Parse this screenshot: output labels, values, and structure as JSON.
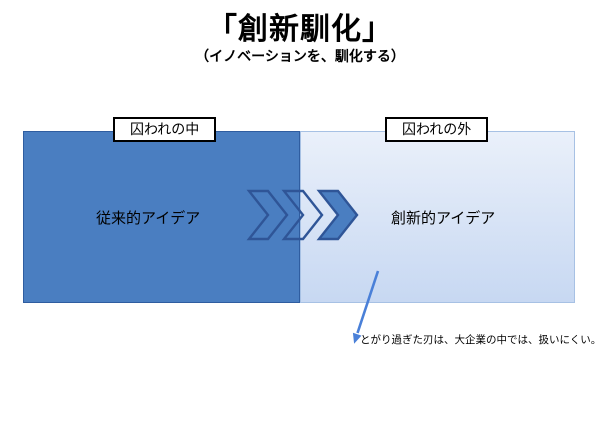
{
  "slide": {
    "title": "「創新馴化」",
    "subtitle": "（イノベーションを、馴化する）"
  },
  "diagram": {
    "left_box": {
      "tag": "囚われの中",
      "label": "従来的アイデア"
    },
    "right_box": {
      "tag": "囚われの外",
      "label": "創新的アイデア"
    },
    "chevrons": {
      "count": 3,
      "style": "two outline chevrons then one solid chevron, pointing right across the boundary of the two boxes"
    },
    "annotation": "とがり過ぎた刃は、大企業の中では、扱いにくい。"
  },
  "colors": {
    "text": "#000000",
    "box_left_fill": "#4a7ec1",
    "box_left_border": "#2f5da0",
    "box_right_top": "#eaf0fa",
    "box_right_bottom": "#c7d8f2",
    "box_right_border": "#a7c1e4",
    "chevron_stroke": "#2f5597",
    "chevron_fill": "#4a7ec1",
    "arrow": "#4a80d8"
  }
}
